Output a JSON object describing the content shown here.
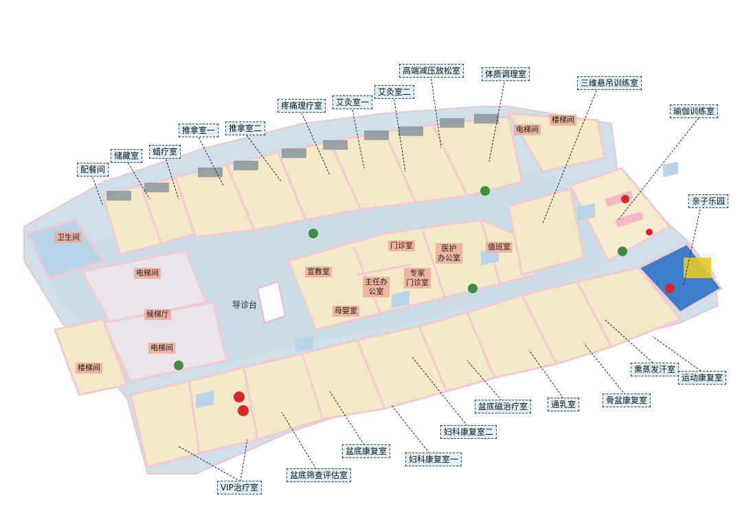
{
  "callouts": {
    "peican": "配餐间",
    "chucang": "储藏室",
    "laliao": "蜡疗室",
    "tuina1": "推拿室一",
    "tuina2": "推拿室二",
    "tengtong": "疼痛理疗室",
    "aijiu1": "艾灸室一",
    "aijiu2": "艾灸室二",
    "gaoduan": "高端减压放松室",
    "tizhi": "体质调理室",
    "sanwei": "三维悬吊训练室",
    "yujia": "瑜伽训练室",
    "qinzi": "亲子乐园",
    "xunzheng": "熏蒸发汗室",
    "yundong": "运动康复室",
    "gupen": "骨盆康复室",
    "tongru": "通乳室",
    "pendi_cizhi": "盆底磁治疗室",
    "fuke2": "妇科康复室二",
    "fuke1": "妇科康复室一",
    "pendi_kangfu": "盆底康复室",
    "pendi_shaicha": "盆底筛查评估室",
    "vip": "VIP治疗室"
  },
  "rooms": {
    "weisheng": "卫生间",
    "dianti_top": "电梯间",
    "louti_top": "楼梯间",
    "dianti_left": "电梯间",
    "houti": "候梯厅",
    "dianti_left2": "电梯间",
    "louti_left": "楼梯间",
    "daozhen": "导诊台",
    "xuanjiao": "宣教室",
    "muying": "母婴室",
    "zhuren": "主任办\n公室",
    "menzhen": "门诊室",
    "zhuanjia": "专家\n门诊室",
    "yihu": "医护\n办公室",
    "zhiban": "值班室"
  },
  "colors": {
    "floor": "#f3e9c6",
    "corridor": "#c9dce8",
    "wall": "#f6d6dd",
    "wall_top": "#fbe7ea",
    "label_bg": "#dff0f8",
    "room_label_bg": "#efaa96",
    "plant": "#3f8c3a"
  }
}
